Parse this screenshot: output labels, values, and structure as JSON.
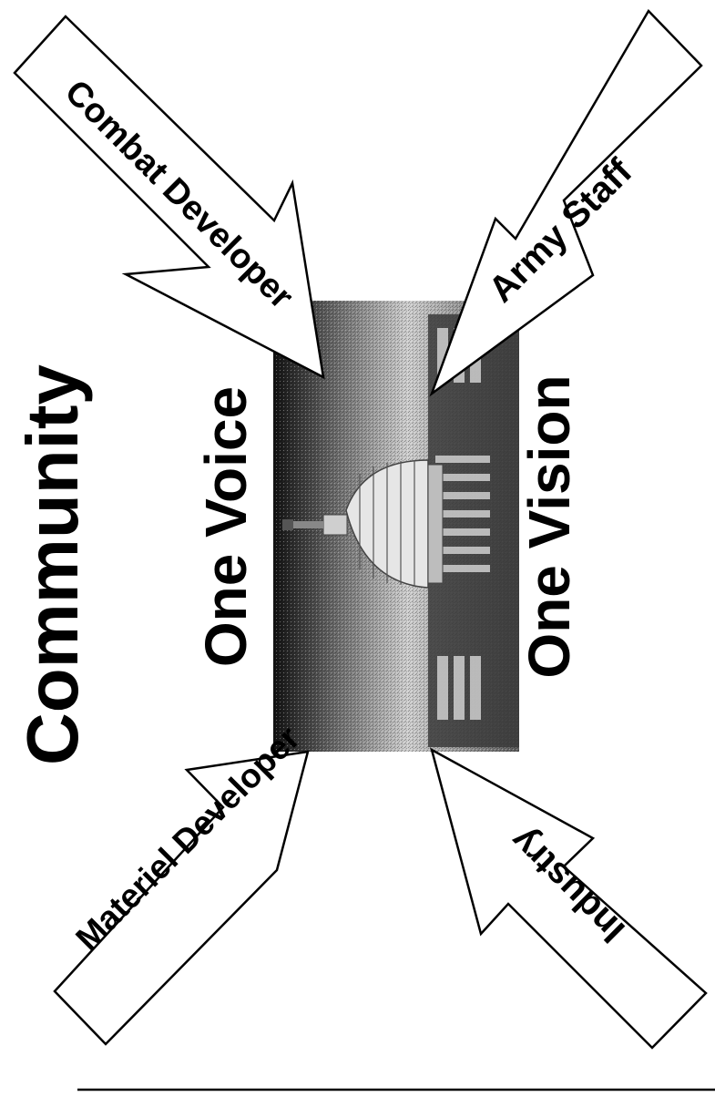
{
  "title": "Community",
  "center": {
    "left_caption": "One Voice",
    "right_caption": "One Vision",
    "image_subject": "capitol-building"
  },
  "arrows": [
    {
      "id": "combat-developer",
      "label": "Combat Developer"
    },
    {
      "id": "army-staff",
      "label": "Army Staff"
    },
    {
      "id": "materiel-developer",
      "label": "Materiel Developer"
    },
    {
      "id": "industry",
      "label": "Industry"
    }
  ],
  "colors": {
    "ink": "#000000",
    "paper": "#ffffff"
  }
}
